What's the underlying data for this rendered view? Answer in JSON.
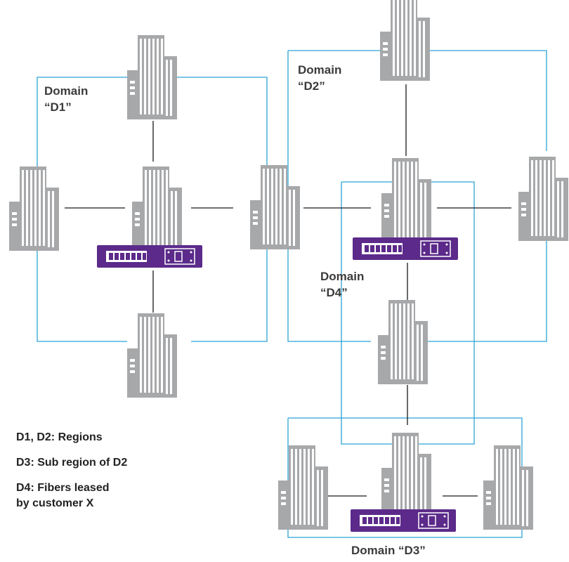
{
  "domains": {
    "d1": {
      "line1": "Domain",
      "line2": "“D1”"
    },
    "d2": {
      "line1": "Domain",
      "line2": "“D2”"
    },
    "d4": {
      "line1": "Domain",
      "line2": "“D4”"
    },
    "d3": {
      "label": "Domain “D3”"
    }
  },
  "legend": {
    "line1": "D1, D2: Regions",
    "line2": "D3: Sub region of D2",
    "line3": "D4: Fibers leased",
    "line4": "by customer X"
  },
  "colors": {
    "domain_outline": "#2ba3d6",
    "link": "#1a1a1a",
    "building": "#a7a8aa",
    "device": "#5b2a8a"
  },
  "icons": {
    "building": "office-building-icon",
    "device": "network-device-icon"
  }
}
